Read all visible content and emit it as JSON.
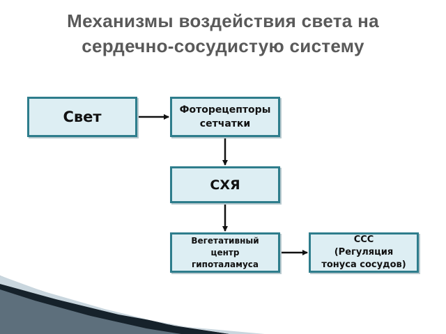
{
  "title": {
    "line1": "Механизмы воздействия света на",
    "line2": "сердечно-сосудистую систему"
  },
  "diagram": {
    "nodes": {
      "light": {
        "label": "Свет"
      },
      "photoreceptors": {
        "lines": [
          "Фоторецепторы",
          "сетчатки"
        ]
      },
      "schya": {
        "label": "СХЯ"
      },
      "vegetative": {
        "lines": [
          "Вегетативный",
          "центр",
          "гипоталамуса"
        ]
      },
      "sss": {
        "lines": [
          "ССС",
          "(Регуляция",
          "тонуса сосудов)"
        ]
      }
    },
    "edges": [
      {
        "from": "light",
        "to": "photoreceptors"
      },
      {
        "from": "photoreceptors",
        "to": "schya"
      },
      {
        "from": "schya",
        "to": "vegetative"
      },
      {
        "from": "vegetative",
        "to": "sss"
      }
    ]
  },
  "colors": {
    "title": "#595959",
    "box_fill": "#ddeef3",
    "box_border": "#2e7d8c",
    "arrow": "#111111"
  }
}
